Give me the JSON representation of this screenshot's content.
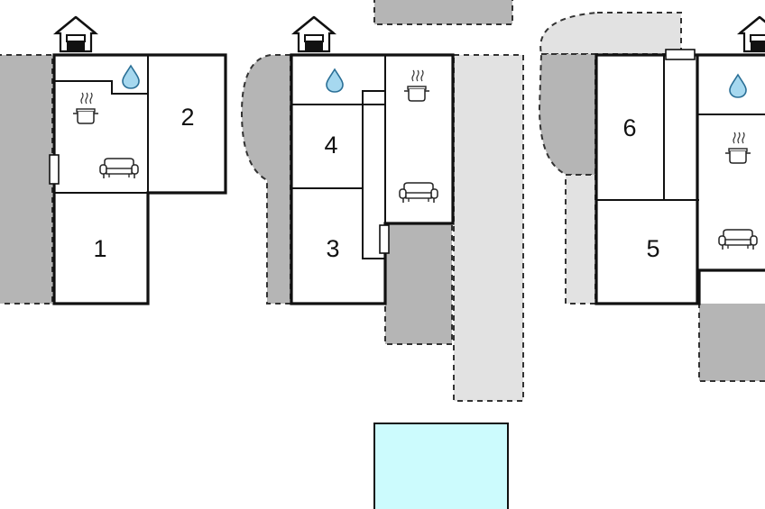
{
  "colors": {
    "terrace_dark": "#b5b5b5",
    "terrace_light": "#e2e2e2",
    "pool": "#ccfbfd",
    "water_drop": "#a6d8ef",
    "wall": "#111111"
  },
  "rooms": {
    "r1": "1",
    "r2": "2",
    "r3": "3",
    "r4": "4",
    "r5": "5",
    "r6": "6"
  },
  "icons": [
    "house-entrance-icon",
    "water-drop-icon",
    "cooking-pot-icon",
    "sofa-icon",
    "door-icon"
  ]
}
